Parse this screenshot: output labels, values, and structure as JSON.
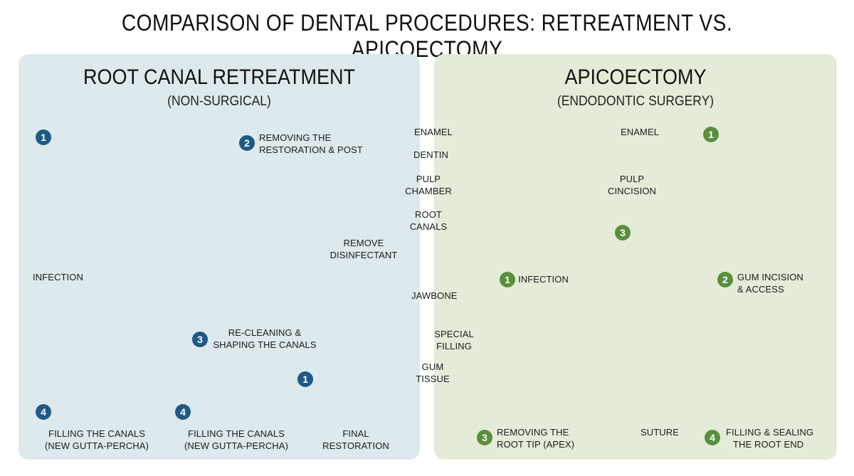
{
  "title": "COMPARISON OF DENTAL PROCEDURES: RETREATMENT VS. APICOECTOMY",
  "left_panel": {
    "heading": "ROOT CANAL RETREATMENT",
    "subheading": "(NON-SURGICAL)",
    "steps": [
      {
        "number": "1",
        "label": "INFECTION"
      },
      {
        "number": "2",
        "label_line1": "REMOVING THE",
        "label_line2": "RESTORATION & POST"
      },
      {
        "number": "3",
        "label_line1": "RE-CLEANING &",
        "label_line2": "SHAPING THE CANALS"
      },
      {
        "number": "4",
        "label_line1": "FILLING THE CANALS",
        "label_line2": "(NEW GUTTA-PERCHA)"
      },
      {
        "number": "4",
        "label_line1": "FILLING THE CANALS",
        "label_line2": "(NEW GUTTA-PERCHA)"
      },
      {
        "number": "1",
        "label_line1": "FINAL",
        "label_line2": "RESTORATION"
      }
    ],
    "remove_label_line1": "REMOVE",
    "remove_label_line2": "DISINFECTANT"
  },
  "right_panel": {
    "heading": "APICOECTOMY",
    "subheading": "(ENDODONTIC SURGERY)",
    "anatomy_labels": {
      "enamel": "ENAMEL",
      "dentin": "DENTIN",
      "pulp_line1": "PULP",
      "pulp_line2": "CHAMBER",
      "root_line1": "ROOT",
      "root_line2": "CANALS",
      "jawbone": "JAWBONE",
      "special_line1": "SPECIAL",
      "special_line2": "FILLING",
      "gum_line1": "GUM",
      "gum_line2": "TISSUE",
      "enamel_right": "ENAMEL",
      "pulp_right_line1": "PULP",
      "pulp_right_line2": "CINCISION",
      "suture": "SUTURE"
    },
    "steps": [
      {
        "number": "1",
        "label": "INFECTION"
      },
      {
        "number": "1",
        "label": ""
      },
      {
        "number": "2",
        "label_line1": "GUM INCISION",
        "label_line2": "& ACCESS"
      },
      {
        "number": "3",
        "label": ""
      },
      {
        "number": "3",
        "label_line1": "REMOVING THE",
        "label_line2": "ROOT TIP (APEX)"
      },
      {
        "number": "4",
        "label_line1": "FILLING & SEALING",
        "label_line2": "THE ROOT END"
      }
    ]
  },
  "colors": {
    "left_bg": "#dde9ec",
    "right_bg": "#e4ecd9",
    "blue_badge": "#1f5a86",
    "green_badge": "#5a8f3e",
    "blue_arrow": "#3a8fd0",
    "green_arrow": "#5fa34a",
    "gum": "#e69a9e",
    "bone": "#efe2c4",
    "enamel": "#fbf7ee",
    "dentin": "#f1d99c",
    "pulp": "#a8786a",
    "infection": "#e23b2e"
  }
}
